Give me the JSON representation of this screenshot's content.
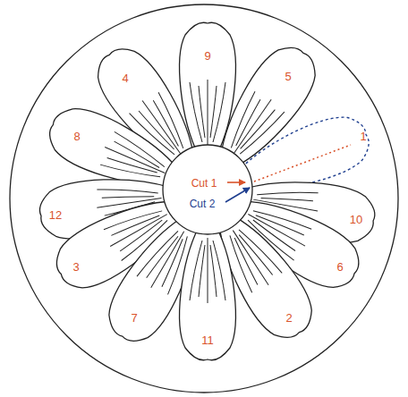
{
  "diagram": {
    "labels": [
      "9",
      "4",
      "5",
      "8",
      "1",
      "12",
      "10",
      "3",
      "6",
      "7",
      "2",
      "11",
      "Cut 1",
      "Cut 2"
    ]
  }
}
